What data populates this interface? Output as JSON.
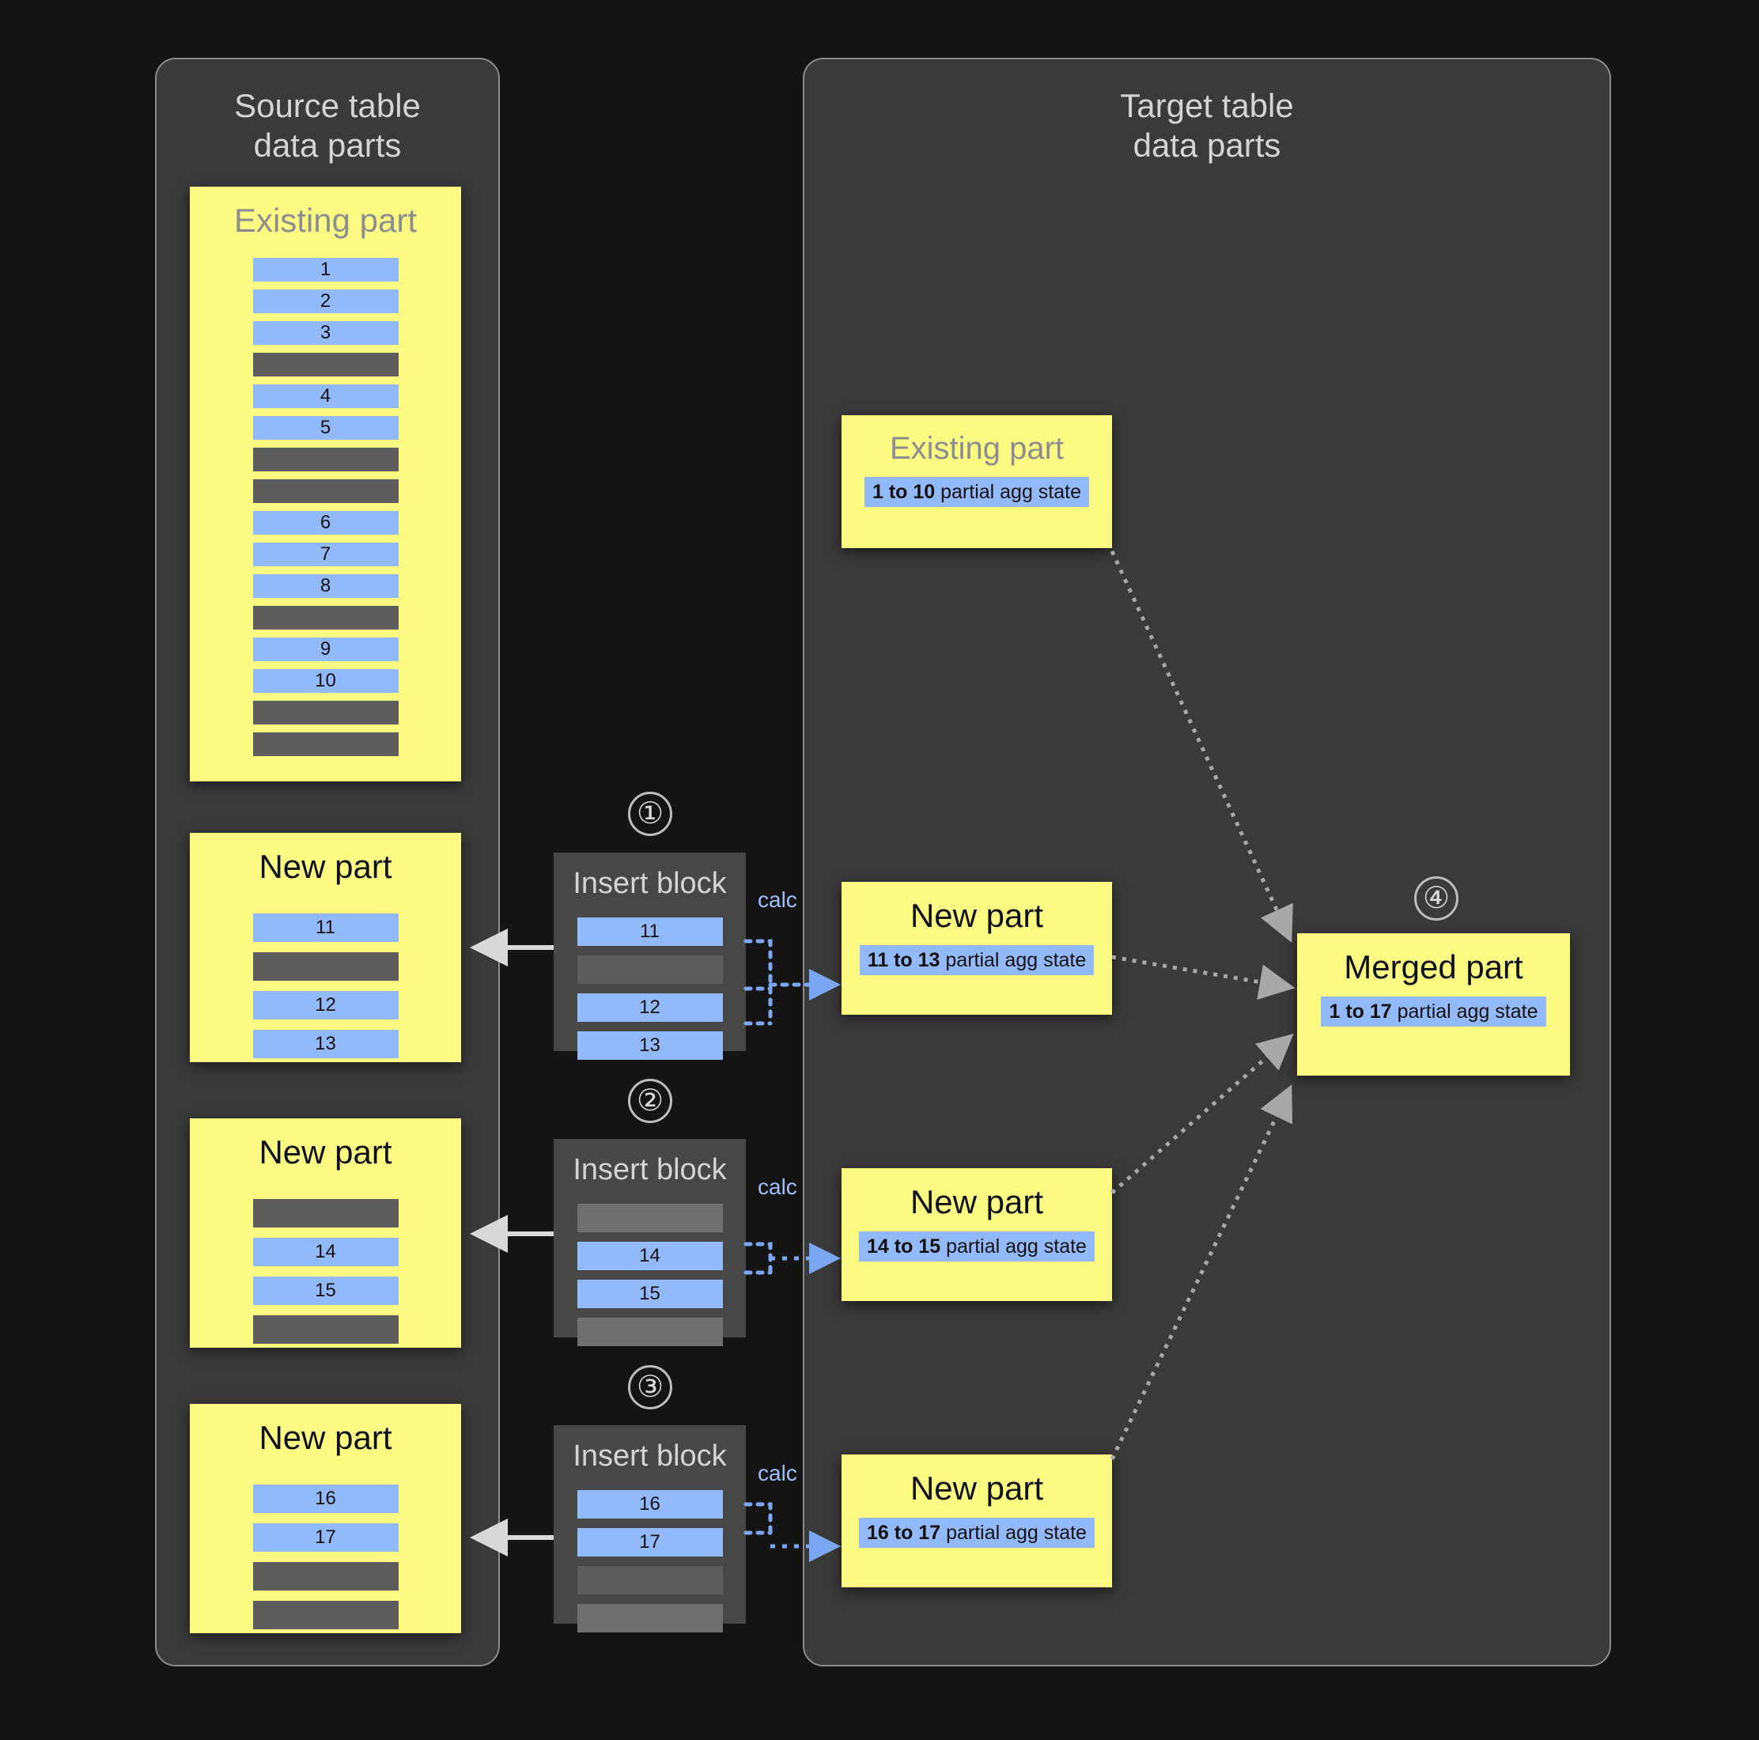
{
  "panels": {
    "source": {
      "title": "Source table\ndata parts"
    },
    "target": {
      "title": "Target table\ndata parts"
    }
  },
  "labels": {
    "existing_part": "Existing part",
    "new_part": "New part",
    "merged_part": "Merged part",
    "insert_block": "Insert block",
    "calc": "calc"
  },
  "steps": [
    "①",
    "②",
    "③",
    "④"
  ],
  "colors": {
    "background": "#141414",
    "panel": "#3a3a3a",
    "panel_border": "#8c8c8c",
    "part_yellow": "#fbfb84",
    "row_blue": "#92b9f9",
    "row_gray": "#5d5d5d",
    "row_gray_light": "#6f6f6f",
    "insert_block": "#474747",
    "calc_blue": "#9dc0fb",
    "arrow_gray": "#a8a8a8",
    "arrow_white": "#d9d9d9",
    "title_text": "#d4d4d4",
    "muted_text": "#8d8d8d"
  },
  "source_table": {
    "existing_part": {
      "title": "Existing part",
      "rows": [
        {
          "value": "1",
          "kind": "blue"
        },
        {
          "value": "2",
          "kind": "blue"
        },
        {
          "value": "3",
          "kind": "blue"
        },
        {
          "value": "",
          "kind": "gray"
        },
        {
          "value": "4",
          "kind": "blue"
        },
        {
          "value": "5",
          "kind": "blue"
        },
        {
          "value": "",
          "kind": "gray"
        },
        {
          "value": "",
          "kind": "gray"
        },
        {
          "value": "6",
          "kind": "blue"
        },
        {
          "value": "7",
          "kind": "blue"
        },
        {
          "value": "8",
          "kind": "blue"
        },
        {
          "value": "",
          "kind": "gray"
        },
        {
          "value": "9",
          "kind": "blue"
        },
        {
          "value": "10",
          "kind": "blue"
        },
        {
          "value": "",
          "kind": "gray"
        },
        {
          "value": "",
          "kind": "gray"
        }
      ]
    },
    "new_parts": [
      {
        "title": "New part",
        "rows": [
          {
            "value": "11",
            "kind": "blue"
          },
          {
            "value": "",
            "kind": "gray"
          },
          {
            "value": "12",
            "kind": "blue"
          },
          {
            "value": "13",
            "kind": "blue"
          }
        ]
      },
      {
        "title": "New part",
        "rows": [
          {
            "value": "",
            "kind": "gray"
          },
          {
            "value": "14",
            "kind": "blue"
          },
          {
            "value": "15",
            "kind": "blue"
          },
          {
            "value": "",
            "kind": "gray"
          }
        ]
      },
      {
        "title": "New part",
        "rows": [
          {
            "value": "16",
            "kind": "blue"
          },
          {
            "value": "17",
            "kind": "blue"
          },
          {
            "value": "",
            "kind": "gray"
          },
          {
            "value": "",
            "kind": "gray"
          }
        ]
      }
    ]
  },
  "insert_blocks": [
    {
      "step": "①",
      "title": "Insert block",
      "calc": "calc",
      "rows": [
        {
          "value": "11",
          "kind": "blue"
        },
        {
          "value": "",
          "kind": "gray"
        },
        {
          "value": "12",
          "kind": "blue"
        },
        {
          "value": "13",
          "kind": "blue"
        }
      ]
    },
    {
      "step": "②",
      "title": "Insert block",
      "calc": "calc",
      "rows": [
        {
          "value": "",
          "kind": "gray2"
        },
        {
          "value": "14",
          "kind": "blue"
        },
        {
          "value": "15",
          "kind": "blue"
        },
        {
          "value": "",
          "kind": "gray2"
        }
      ]
    },
    {
      "step": "③",
      "title": "Insert block",
      "calc": "calc",
      "rows": [
        {
          "value": "16",
          "kind": "blue"
        },
        {
          "value": "17",
          "kind": "blue"
        },
        {
          "value": "",
          "kind": "gray"
        },
        {
          "value": "",
          "kind": "gray2"
        }
      ]
    }
  ],
  "target_table": {
    "existing_part": {
      "title": "Existing part",
      "agg_range": "1 to 10",
      "agg_suffix": " partial agg state"
    },
    "new_parts": [
      {
        "title": "New part",
        "agg_range": "11 to 13",
        "agg_suffix": " partial agg state"
      },
      {
        "title": "New part",
        "agg_range": "14 to 15",
        "agg_suffix": " partial agg state"
      },
      {
        "title": "New part",
        "agg_range": "16 to 17",
        "agg_suffix": " partial agg state"
      }
    ],
    "merged_part": {
      "step": "④",
      "title": "Merged part",
      "agg_range": "1 to 17",
      "agg_suffix": " partial agg state"
    }
  }
}
